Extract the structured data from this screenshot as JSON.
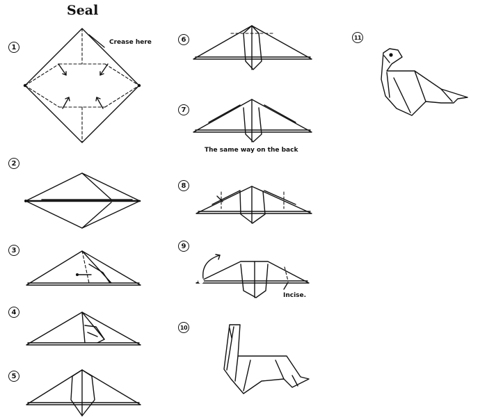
{
  "title": "Seal",
  "steps": [
    "1",
    "2",
    "3",
    "4",
    "5",
    "6",
    "7",
    "8",
    "9",
    "10",
    "11"
  ],
  "notes": {
    "crease": "Crease here",
    "same_way": "The same way on the back",
    "incise": "Incise."
  }
}
